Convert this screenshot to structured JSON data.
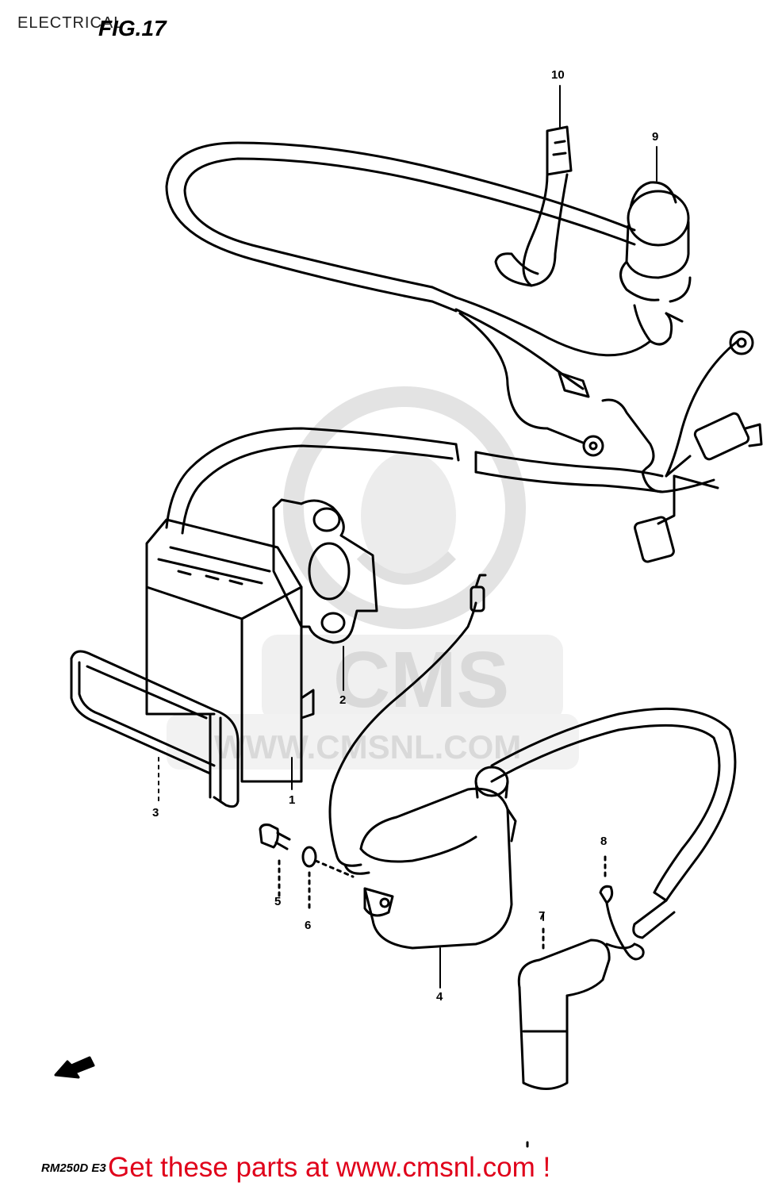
{
  "header": {
    "title": "ELECTRICAL",
    "figure_label": "FIG.17"
  },
  "callouts": {
    "c1": "1",
    "c2": "2",
    "c3": "3",
    "c4": "4",
    "c5": "5",
    "c6": "6",
    "c7": "7",
    "c8": "8",
    "c9": "9",
    "c10": "10"
  },
  "footer": {
    "model_code": "RM250D E3",
    "cta": "Get these parts at www.cmsnl.com !"
  },
  "watermark": {
    "logo_text": "CMS",
    "url_text": "WWW.CMSNL.COM"
  },
  "colors": {
    "line": "#000000",
    "watermark": "#d9d9d9",
    "cta": "#e0001a"
  }
}
